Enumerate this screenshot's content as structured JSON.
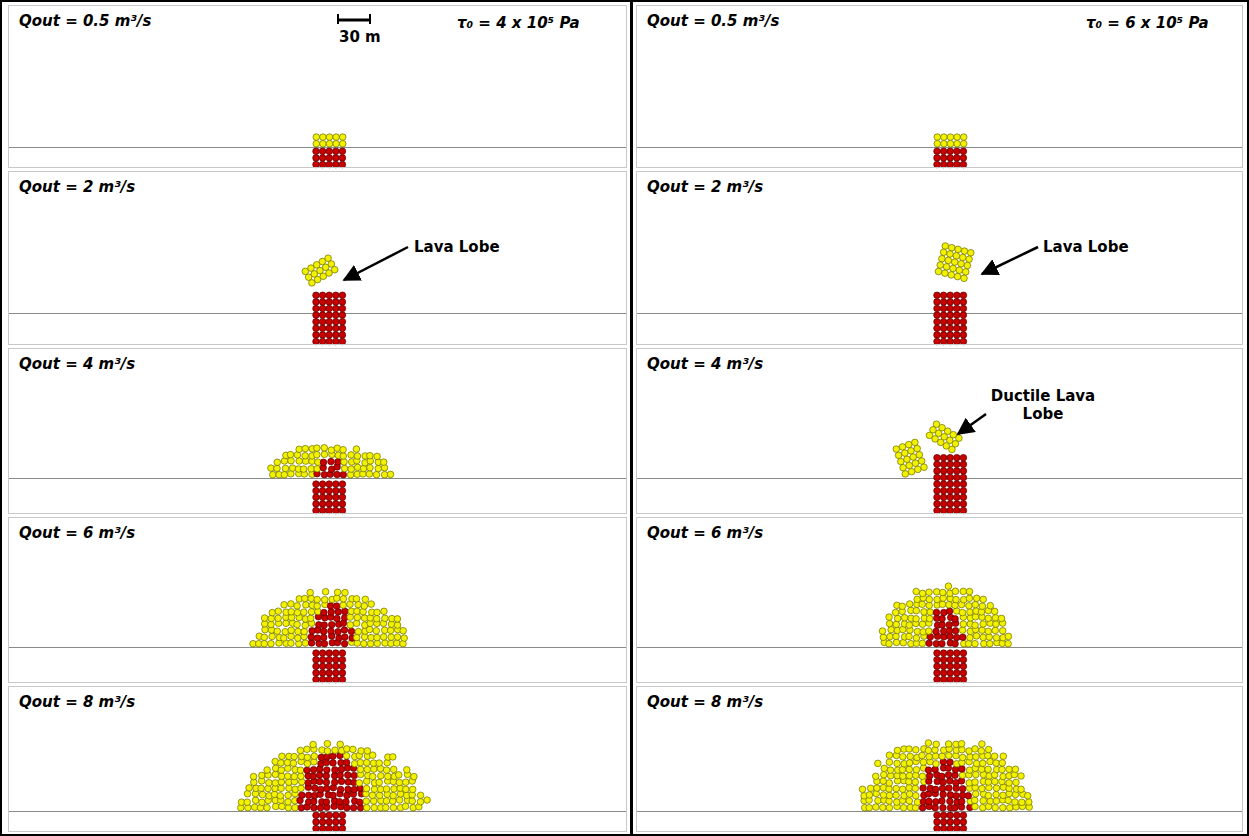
{
  "diagram": {
    "nodes": [
      {
        "text": [
          "Qout = 0.5 m³/s",
          "30 m",
          "τ₀ = 4 x 10⁵ Pa"
        ]
      },
      {
        "text": [
          "Qout = 0.5 m³/s",
          "τ₀ = 6 x 10⁵ Pa"
        ]
      },
      {
        "text": [
          "Qout = 2 m³/s",
          "Lava Lobe"
        ]
      },
      {
        "text": [
          "Qout = 2 m³/s",
          "Lava Lobe"
        ]
      },
      {
        "text": [
          "Qout = 4 m³/s"
        ]
      },
      {
        "text": [
          "Qout = 4 m³/s",
          "Ductile Lava Lobe"
        ]
      },
      {
        "text": [
          "Qout = 6 m³/s"
        ]
      },
      {
        "text": [
          "Qout = 6 m³/s"
        ]
      },
      {
        "text": [
          "Qout = 8 m³/s"
        ]
      },
      {
        "text": [
          "Qout = 8 m³/s"
        ]
      }
    ]
  }
}
